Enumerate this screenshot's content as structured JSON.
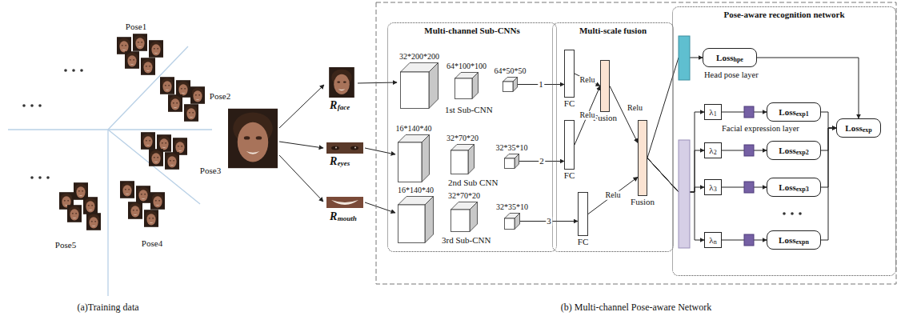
{
  "diagram": {
    "nodes": [
      {
        "text": [
          "Multi-channel Sub-CNNs"
        ]
      },
      {
        "text": [
          "32*200*200"
        ],
        "in": 0
      },
      {
        "text": [
          "64*100*100"
        ],
        "in": 0
      },
      {
        "text": [
          "64*50*50"
        ],
        "in": 0
      },
      {
        "text": [
          "16*140*40"
        ],
        "in": 0
      },
      {
        "text": [
          "32*70*20"
        ],
        "in": 0
      },
      {
        "text": [
          "32*35*10"
        ],
        "in": 0
      },
      {
        "text": [
          "16*140*40"
        ],
        "in": 0
      },
      {
        "text": [
          "32*70*20"
        ],
        "in": 0
      },
      {
        "text": [
          "32*35*10"
        ],
        "in": 0
      },
      {
        "text": [
          "Multi-scale fusion"
        ]
      },
      {
        "text": [
          "FC"
        ],
        "in": 10
      },
      {
        "text": [
          "FC"
        ],
        "in": 10
      },
      {
        "text": [
          "Fusion"
        ],
        "in": 10
      },
      {
        "text": [
          "FC"
        ],
        "in": 10
      },
      {
        "text": [
          "Fusion"
        ],
        "in": 10
      },
      {
        "text": [
          "Pose-aware recognition network"
        ]
      },
      {
        "text": [
          "Loss",
          "hpe"
        ],
        "in": 16
      },
      {
        "text": [
          "λ",
          "1"
        ],
        "in": 16
      },
      {
        "text": [
          "λ",
          "2"
        ],
        "in": 16
      },
      {
        "text": [
          "λ",
          "3"
        ],
        "in": 16
      },
      {
        "text": [
          "λ",
          "n"
        ],
        "in": 16
      },
      {
        "text": [
          "Loss",
          "exp1"
        ],
        "in": 16
      },
      {
        "text": [
          "Loss",
          "exp2"
        ],
        "in": 16
      },
      {
        "text": [
          "Loss",
          "exp3"
        ],
        "in": 16
      },
      {
        "text": [
          "Loss",
          "expn"
        ],
        "in": 16
      },
      {
        "text": [
          "Loss",
          "exp"
        ],
        "in": 16
      }
    ],
    "edges": [
      {
        "from": 3,
        "to": 11,
        "label": "1",
        "arrow": "to"
      },
      {
        "from": 6,
        "to": 12,
        "label": "2",
        "arrow": "to"
      },
      {
        "from": 9,
        "to": 14,
        "label": "3",
        "arrow": "to"
      },
      {
        "from": 11,
        "to": 13,
        "label": "Relu",
        "arrow": "to"
      },
      {
        "from": 12,
        "to": 13,
        "label": "Relu",
        "arrow": "to"
      },
      {
        "from": 13,
        "to": 15,
        "label": "Relu",
        "arrow": "to"
      },
      {
        "from": 14,
        "to": 15,
        "label": "Relu",
        "arrow": "to"
      },
      {
        "from": 15,
        "to": 17,
        "arrow": "to"
      },
      {
        "from": 15,
        "to": 18,
        "arrow": "to"
      },
      {
        "from": 15,
        "to": 19,
        "arrow": "to"
      },
      {
        "from": 15,
        "to": 20,
        "arrow": "to"
      },
      {
        "from": 15,
        "to": 21,
        "arrow": "to"
      },
      {
        "from": 18,
        "to": 22,
        "arrow": "to"
      },
      {
        "from": 19,
        "to": 23,
        "arrow": "to"
      },
      {
        "from": 20,
        "to": 24,
        "arrow": "to"
      },
      {
        "from": 21,
        "to": 25,
        "arrow": "to"
      },
      {
        "from": 17,
        "to": 26,
        "arrow": "to"
      },
      {
        "from": 22,
        "to": 26,
        "arrow": "to"
      },
      {
        "from": 23,
        "to": 26,
        "arrow": "to"
      },
      {
        "from": 24,
        "to": 26,
        "arrow": "to"
      },
      {
        "from": 25,
        "to": 26,
        "arrow": "to"
      }
    ],
    "labels": [
      "Pose1",
      "Pose2",
      "Pose3",
      "Pose4",
      "Pose5",
      "R",
      "face",
      "R",
      "eyes",
      "R",
      "mouth",
      "1st Sub-CNN",
      "2nd Sub CNN",
      "3rd Sub-CNN",
      "Head pose layer",
      "Facial expression layer",
      "(a)Training data",
      "(b) Multi-channel Pose-aware Network"
    ]
  }
}
